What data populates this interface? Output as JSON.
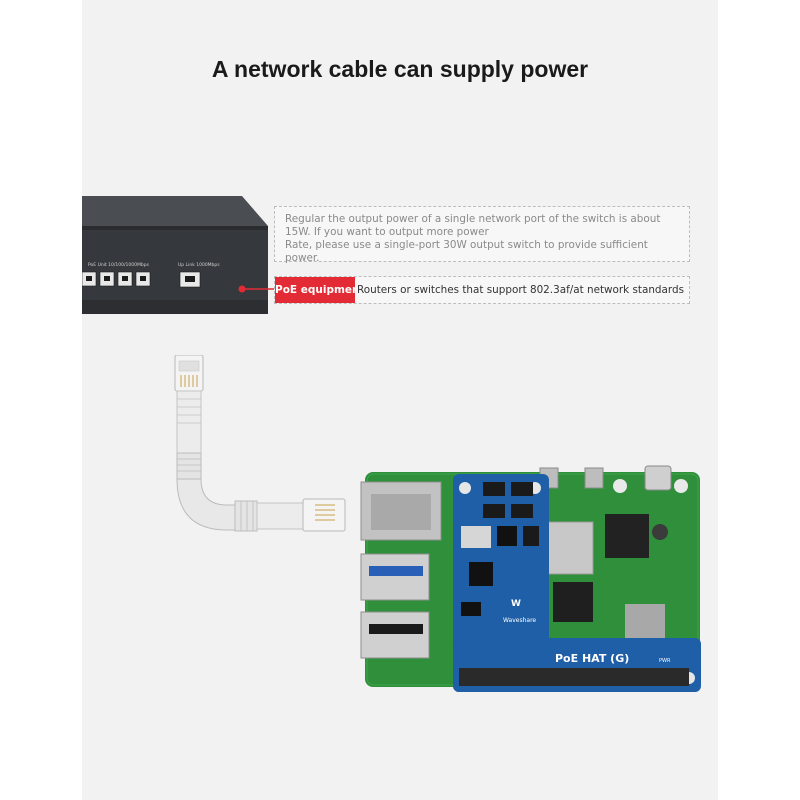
{
  "title": "A network cable can supply power",
  "note_lines": [
    "Regular the output power of a single network port of the switch is about",
    "15W. If you want to output more power",
    "Rate, please use a single-port 30W output switch to provide sufficient power."
  ],
  "poe": {
    "tag": "PoE equipment",
    "description": "Routers or switches that support 802.3af/at network standards"
  },
  "switch_labels": {
    "poe_unit": "PoE Unit  10/100/1000Mbps",
    "up_link": "Up Link 1000Mbps"
  },
  "hat": {
    "label": "PoE HAT (G)",
    "brand": "Waveshare",
    "pwr": "PWR"
  },
  "colors": {
    "accent": "#e22b34",
    "hat_blue": "#1f5fa8",
    "pcb_green": "#2f8f3a",
    "switch_body": "#3d4045"
  }
}
